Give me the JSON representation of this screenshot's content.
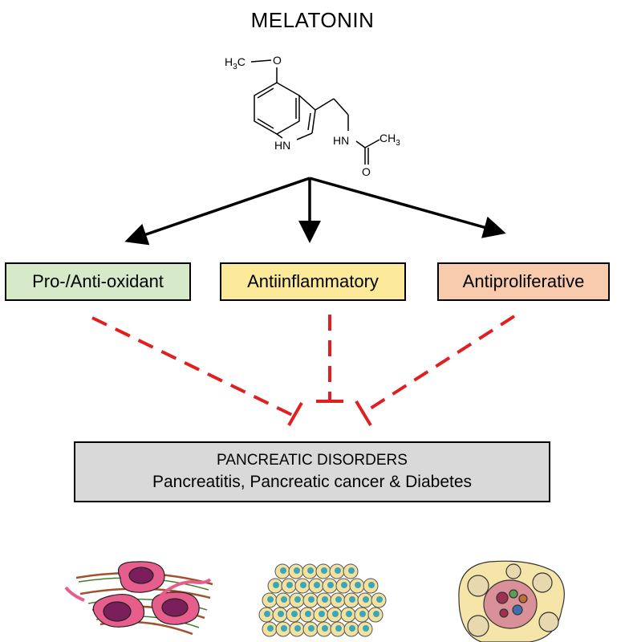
{
  "title": "MELATONIN",
  "molecule": {
    "labels": {
      "methoxy": "H3C",
      "oxygen_ether": "O",
      "indole_nh": "HN",
      "amide_nh": "HN",
      "methyl": "CH3",
      "carbonyl_o": "O"
    }
  },
  "effects": [
    {
      "label": "Pro-/Anti-oxidant",
      "color": "#d6e9c9"
    },
    {
      "label": "Antiinflammatory",
      "color": "#fde99a"
    },
    {
      "label": "Antiproliferative",
      "color": "#f8cbad"
    }
  ],
  "disorders": {
    "title": "PANCREATIC DISORDERS",
    "subtitle": "Pancreatitis, Pancreatic cancer & Diabetes"
  },
  "colors": {
    "arrow": "#000000",
    "inhibition": "#e02020",
    "disorders_box": "#d9d9d9"
  },
  "illustrations": [
    "stellate-cells",
    "acinar-cells",
    "islet-of-langerhans"
  ]
}
